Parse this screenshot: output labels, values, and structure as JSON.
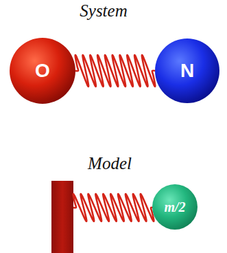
{
  "diagram": {
    "nodes": [
      {
        "text": [
          "O"
        ]
      },
      {
        "text": [
          "N"
        ]
      },
      {
        "text": [
          "m/2"
        ]
      }
    ],
    "edges": [
      {
        "from": 0,
        "to": 1,
        "arrow": "none"
      }
    ],
    "labels": [
      "System",
      "Model"
    ]
  }
}
